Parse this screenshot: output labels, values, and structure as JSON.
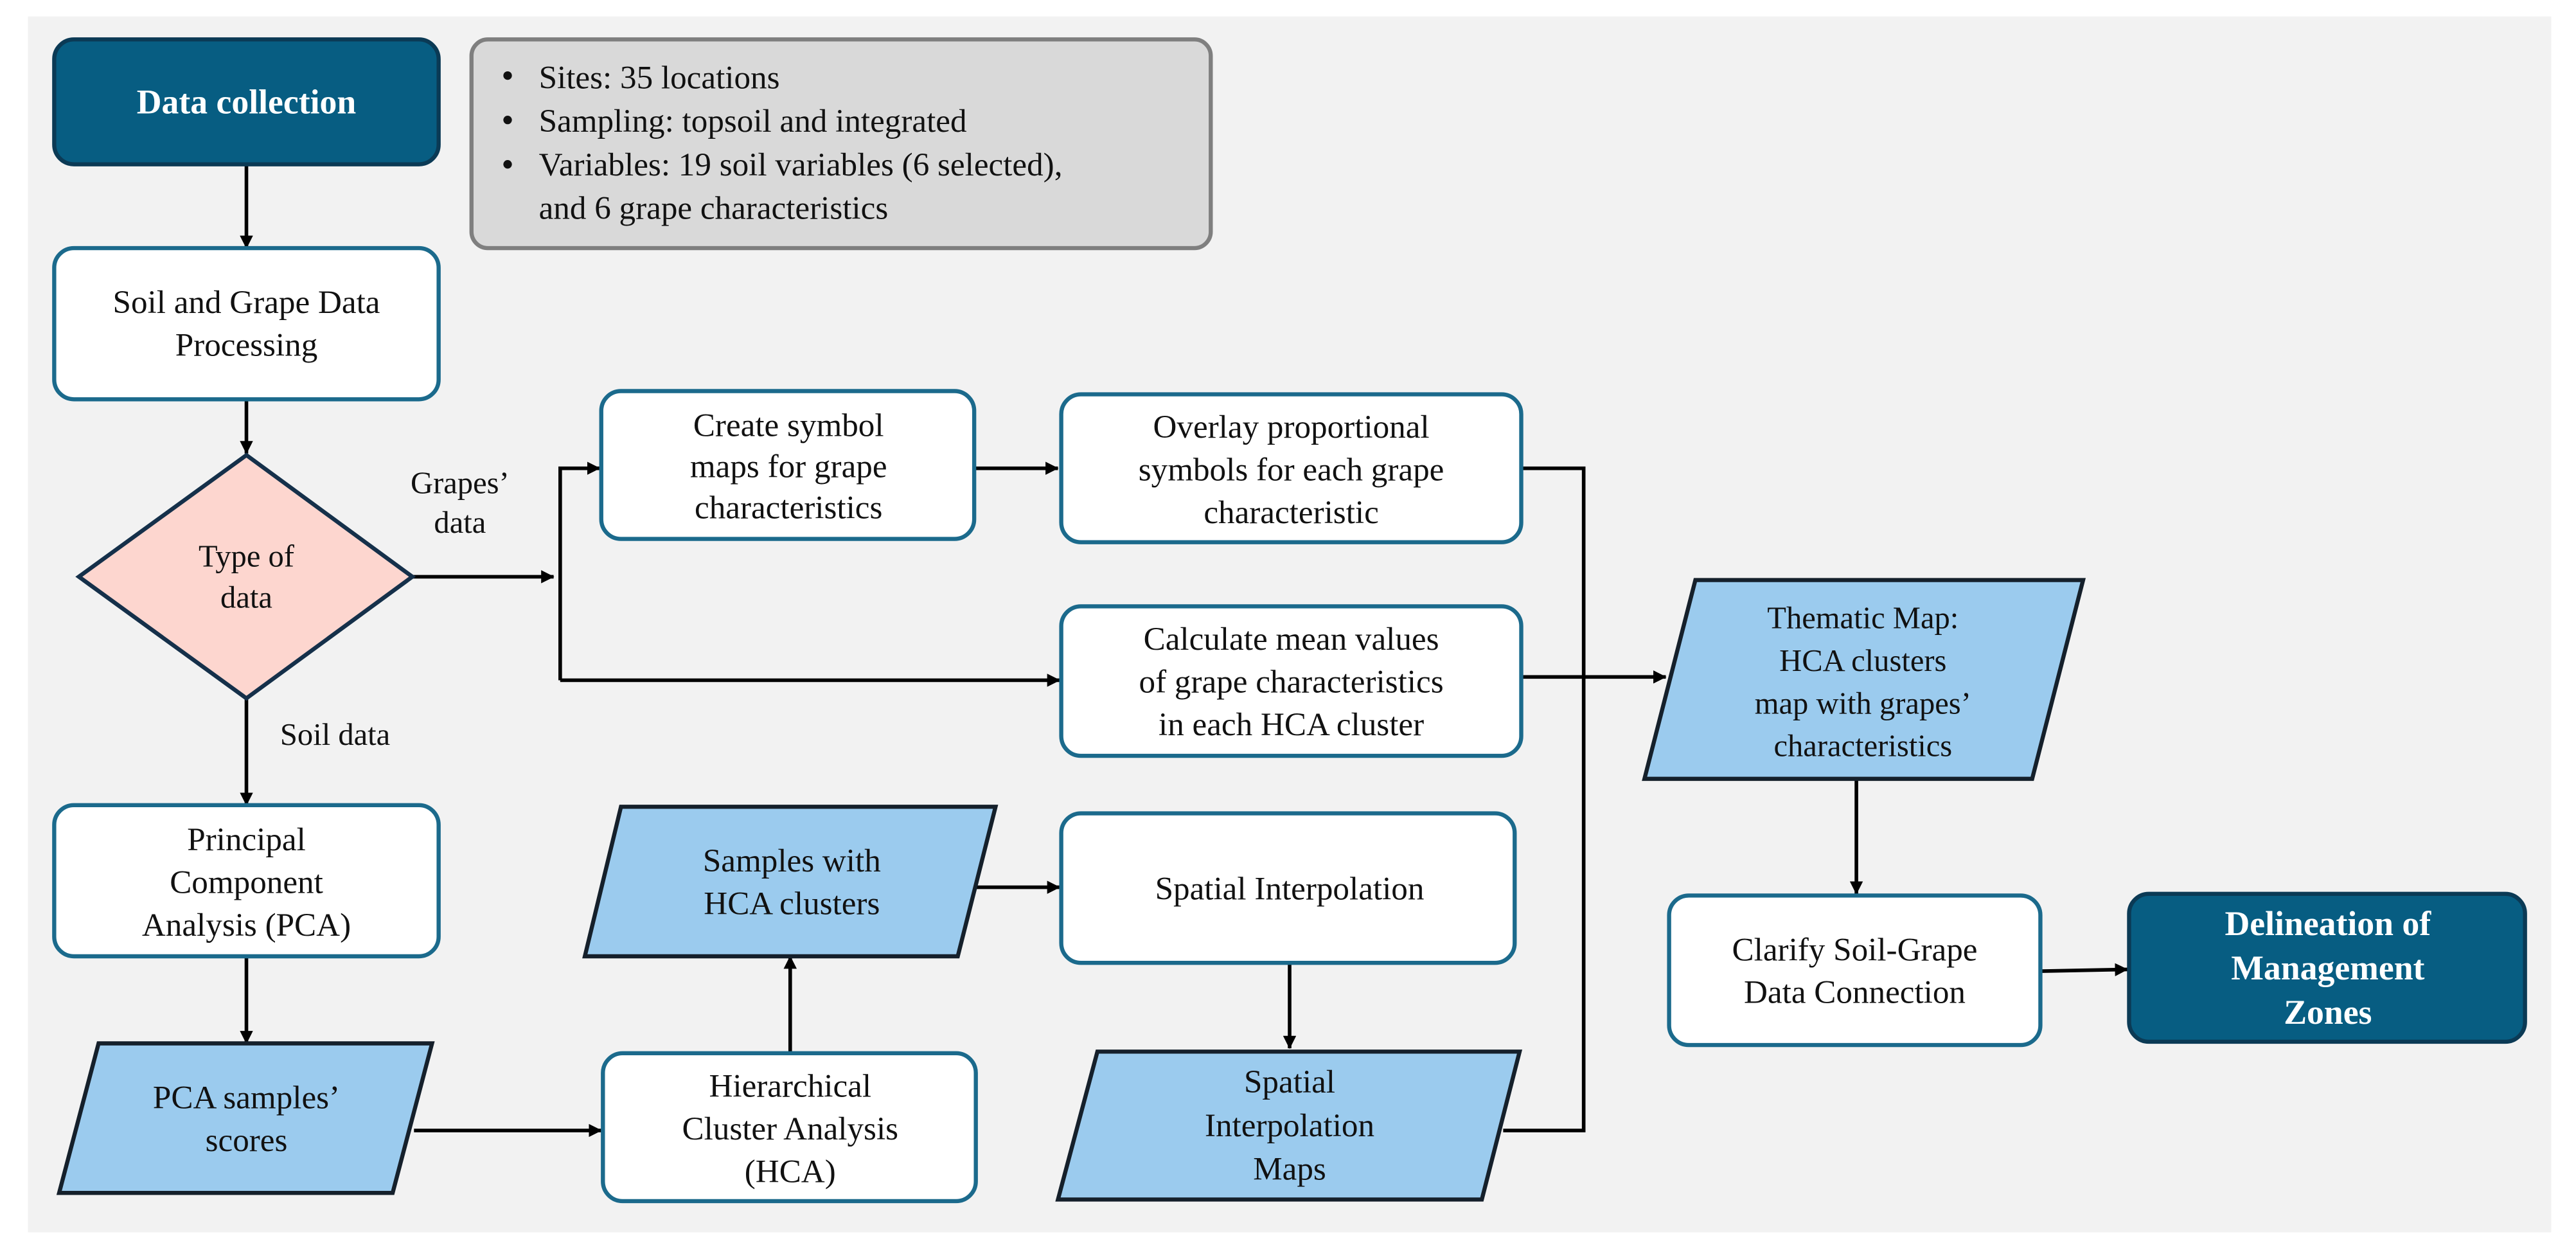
{
  "colors": {
    "background": "#f2f2f2",
    "dark_node_fill": "#075d82",
    "dark_node_stroke": "#0b3a55",
    "white_node_stroke": "#1b6a8c",
    "data_node_fill": "#9bcbee",
    "data_node_stroke": "#15202b",
    "decision_fill": "#fdd6cf",
    "decision_stroke": "#15304a",
    "note_fill": "#d9d9d9",
    "note_stroke": "#7f7f7f",
    "arrow": "#000000"
  },
  "nodes": {
    "data_collection": {
      "lines": [
        "Data collection"
      ]
    },
    "note": {
      "lines": [
        "Sites: 35 locations",
        "Sampling: topsoil and integrated",
        "Variables: 19 soil variables (6 selected),",
        "and 6 grape characteristics"
      ]
    },
    "soil_grape_processing": {
      "lines": [
        "Soil and Grape Data",
        "Processing"
      ]
    },
    "type_of_data": {
      "lines": [
        "Type of",
        "data"
      ]
    },
    "pca": {
      "lines": [
        "Principal",
        "Component",
        "Analysis (PCA)"
      ]
    },
    "pca_scores": {
      "lines": [
        "PCA samples’",
        "scores"
      ]
    },
    "symbol_maps": {
      "lines": [
        "Create symbol",
        "maps for grape",
        "characteristics"
      ]
    },
    "overlay": {
      "lines": [
        "Overlay proportional",
        "symbols for each grape",
        "characteristic"
      ]
    },
    "calculate_means": {
      "lines": [
        "Calculate mean values",
        "of grape characteristics",
        "in each HCA cluster"
      ]
    },
    "samples_hca": {
      "lines": [
        "Samples with",
        "HCA clusters"
      ]
    },
    "spatial_interpolation": {
      "lines": [
        "Spatial Interpolation"
      ]
    },
    "hca": {
      "lines": [
        "Hierarchical",
        "Cluster Analysis",
        "(HCA)"
      ]
    },
    "interpolation_maps": {
      "lines": [
        "Spatial",
        "Interpolation",
        "Maps"
      ]
    },
    "thematic_map": {
      "lines": [
        "Thematic Map:",
        "HCA clusters",
        "map with grapes’",
        "characteristics"
      ]
    },
    "clarify": {
      "lines": [
        "Clarify Soil-Grape",
        "Data Connection"
      ]
    },
    "delineation": {
      "lines": [
        "Delineation of",
        "Management",
        "Zones"
      ]
    }
  },
  "edge_labels": {
    "grapes_data": {
      "lines": [
        "Grapes’",
        "data"
      ]
    },
    "soil_data": {
      "lines": [
        "Soil data"
      ]
    }
  }
}
